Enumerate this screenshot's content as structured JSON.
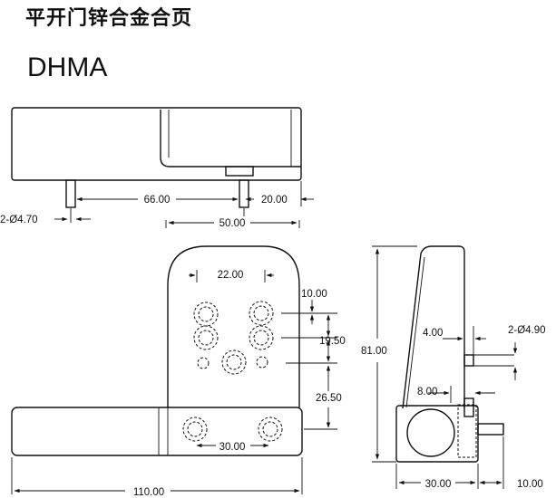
{
  "title": "平开门锌合金合页",
  "model": "DHMA",
  "dimensions": {
    "d66": "66.00",
    "d20": "20.00",
    "hole470": "2-Ø4.70",
    "d50": "50.00",
    "d22": "22.00",
    "d10a": "10.00",
    "d1950": "19.50",
    "d2650": "26.50",
    "d30a": "30.00",
    "d110": "110.00",
    "d81": "81.00",
    "d4": "4.00",
    "hole490": "2-Ø4.90",
    "d8": "8.00",
    "d30b": "30.00",
    "d10b": "10.00"
  }
}
